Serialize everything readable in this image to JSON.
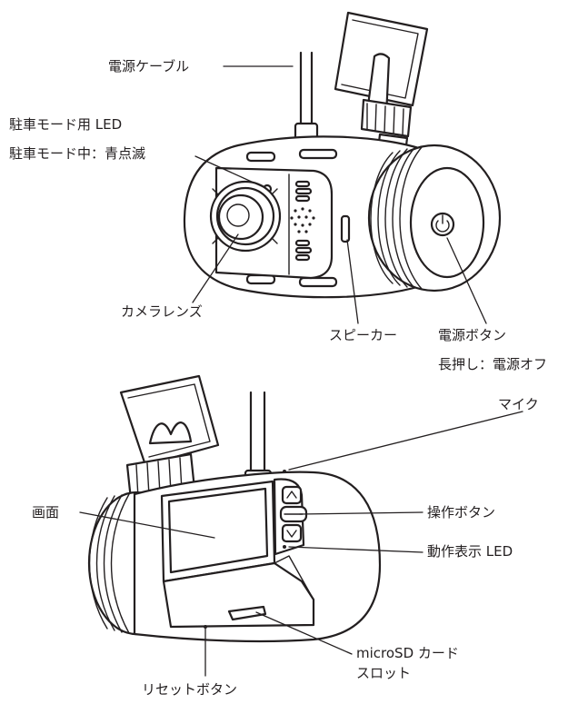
{
  "diagram": {
    "top_view": {
      "power_cable": "電源ケーブル",
      "parking_led": "駐車モード用 LED",
      "parking_led_note": "駐車モード中：青点滅",
      "camera_lens": "カメラレンズ",
      "speaker": "スピーカー",
      "power_button": "電源ボタン",
      "power_button_note": "長押し：電源オフ"
    },
    "bottom_view": {
      "mic": "マイク",
      "screen": "画面",
      "operation_buttons": "操作ボタン",
      "status_led": "動作表示 LED",
      "sd_slot_line1": "microSD カード",
      "sd_slot_line2": "スロット",
      "reset_button": "リセットボタン"
    }
  }
}
